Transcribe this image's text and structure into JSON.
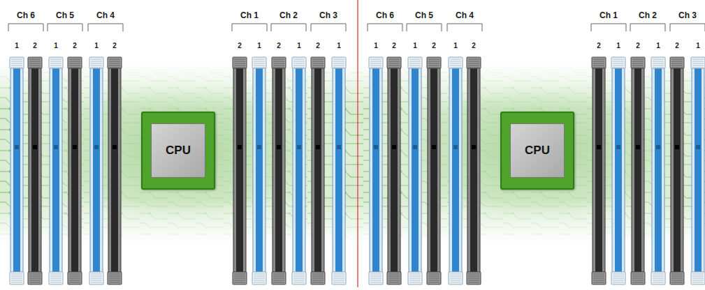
{
  "diagram": {
    "nodes": [
      {
        "text": [
          "CPU"
        ]
      },
      {
        "text": [
          "CPU"
        ]
      }
    ],
    "labels": [
      "Ch 6",
      "Ch 5",
      "Ch 4",
      "Ch 1",
      "Ch 2",
      "Ch 3",
      "Ch 6",
      "Ch 5",
      "Ch 4",
      "Ch 1",
      "Ch 2",
      "Ch 3",
      "1",
      "2",
      "1",
      "2",
      "1",
      "2",
      "2",
      "1",
      "2",
      "1",
      "2",
      "1",
      "1",
      "2",
      "1",
      "2",
      "1",
      "2",
      "2",
      "1",
      "2",
      "1",
      "2",
      "1"
    ]
  }
}
